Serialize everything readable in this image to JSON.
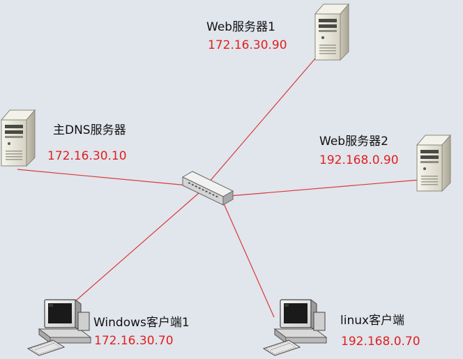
{
  "colors": {
    "background": "#e1e5ec",
    "link": "#d83a3a",
    "name_text": "#111111",
    "ip_text": "#e02020"
  },
  "nodes": {
    "web1": {
      "name": "Web服务器1",
      "ip": "172.16.30.90",
      "icon": "server-tower-icon"
    },
    "dns": {
      "name": "主DNS服务器",
      "ip": "172.16.30.10",
      "icon": "server-tower-icon"
    },
    "web2": {
      "name": "Web服务器2",
      "ip": "192.168.0.90",
      "icon": "server-tower-icon"
    },
    "windows_client": {
      "name": "Windows客户端1",
      "ip": "172.16.30.70",
      "icon": "desktop-computer-icon"
    },
    "linux_client": {
      "name": "linux客户端",
      "ip": "192.168.0.70",
      "icon": "desktop-computer-icon"
    },
    "switch": {
      "icon": "network-switch-icon"
    }
  },
  "links": [
    {
      "from": "switch",
      "to": "web1"
    },
    {
      "from": "switch",
      "to": "dns"
    },
    {
      "from": "switch",
      "to": "web2"
    },
    {
      "from": "switch",
      "to": "windows_client"
    },
    {
      "from": "switch",
      "to": "linux_client"
    }
  ]
}
